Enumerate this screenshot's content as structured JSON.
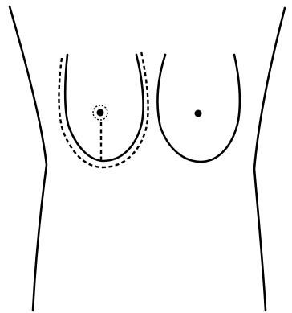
{
  "figure": {
    "colors": {
      "background": "#ffffff",
      "ink": "#000000"
    },
    "elements": [
      "torso-outline",
      "right-breast-outline",
      "right-breast-incision-marking",
      "right-nipple",
      "right-nipple-periareolar-marking",
      "vertical-incision-marking",
      "left-breast-outline",
      "left-nipple"
    ]
  }
}
